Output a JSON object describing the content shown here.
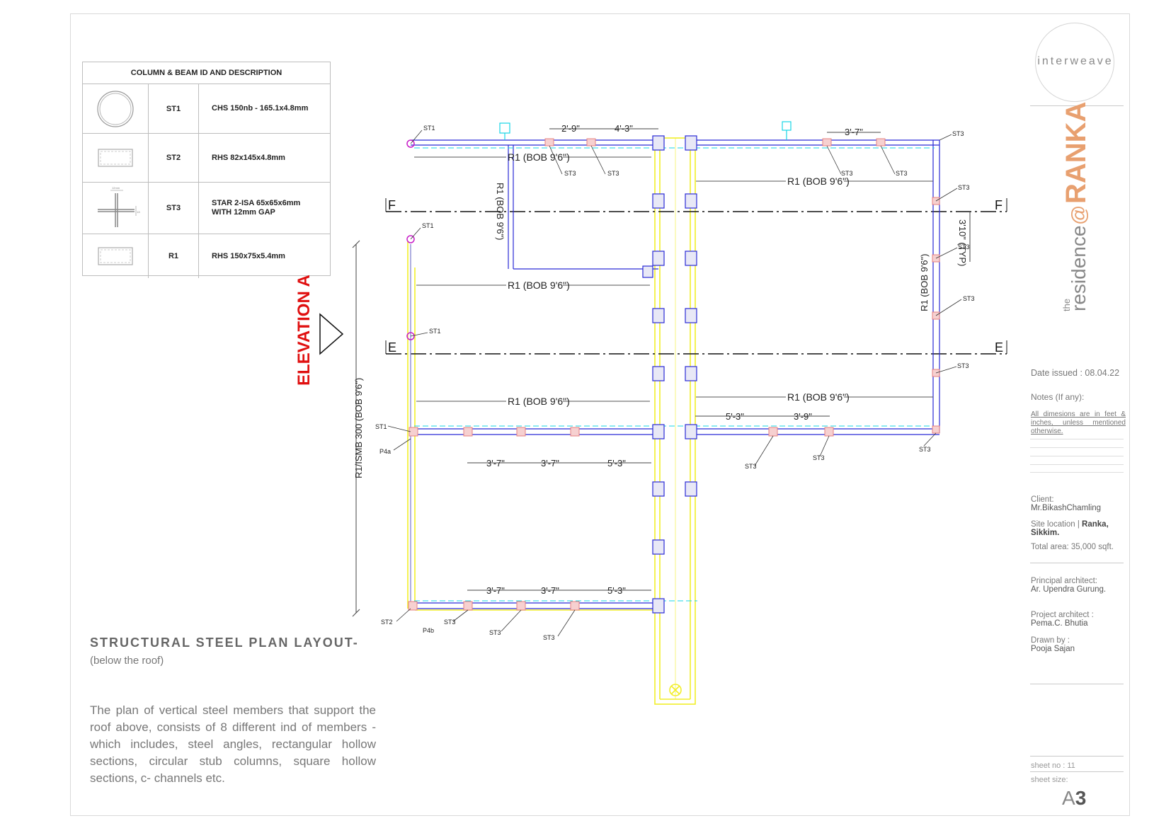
{
  "legend": {
    "header": "COLUMN & BEAM ID AND DESCRIPTION",
    "rows": [
      {
        "id": "ST1",
        "desc": "CHS 150nb - 165.1x4.8mm"
      },
      {
        "id": "ST2",
        "desc": "RHS 82x145x4.8mm"
      },
      {
        "id": "ST3",
        "desc": "STAR 2-ISA 65x65x6mm\nWITH 12mm GAP"
      },
      {
        "id": "R1",
        "desc": "RHS 150x75x5.4mm"
      }
    ],
    "st3_dim_a": "12mm",
    "st3_dim_b": "12mm"
  },
  "title": {
    "main": "STRUCTURAL  STEEL  PLAN LAYOUT",
    "dash": "-",
    "sub": "(below the roof)"
  },
  "description": "The plan of vertical steel members that support the roof above, consists of 8 different ind of members - which includes, steel angles, rectangular hollow sections, circular stub columns, square hollow sections, c- channels etc.",
  "drawing": {
    "elevation": "ELEVATION A",
    "grid_f": "F",
    "grid_e": "E",
    "beam_label": "R1 (BOB 9'6\")",
    "beam_vertical": "R1/ISMB 300 (BOB 9'6\")",
    "typ": "3'10\" (TYP)",
    "dims": {
      "top_a": "2'-9\"",
      "top_b": "4'-3\"",
      "top_c": "3'-7\"",
      "mid_a": "5'-3\"",
      "mid_b": "3'-9\"",
      "low_a": "3'-7\"",
      "low_b": "3'-7\"",
      "low_c": "5'-3\""
    },
    "tags": {
      "st1": "ST1",
      "st2": "ST2",
      "st3": "ST3",
      "p4a": "P4a",
      "p4b": "P4b"
    }
  },
  "panel": {
    "logo": "interweave",
    "brand_the": "the",
    "brand_residence": "residence",
    "brand_at": "@",
    "brand_name": "RANKA",
    "date_issued": "Date issued : 08.04.22",
    "notes_label": "Notes (If any):",
    "notes_text": "All dimesions are in feet & inches, unless mentioned otherwise.",
    "client_label": "Client:",
    "client_name": "Mr.BikashChamling",
    "site_label": "Site location  |",
    "site_value": "Ranka, Sikkim.",
    "area": "Total area: 35,000 sqft.",
    "principal_label": "Principal architect:",
    "principal_name": "Ar. Upendra Gurung.",
    "project_label": "Project architect :",
    "project_name": "Pema.C. Bhutia",
    "drawn_label": "Drawn by :",
    "drawn_name": "Pooja Sajan",
    "sheet_no": "sheet no  : 11",
    "sheet_size_label": "sheet size:",
    "sheet_size_a": "A",
    "sheet_size_n": "3"
  },
  "colors": {
    "beam": "#2a2ad6",
    "cyan": "#18d6e6",
    "yellow": "#f2ee2a",
    "magenta": "#c81ec8",
    "pink": "#e58080",
    "red": "#e01010",
    "brand": "#e8a070"
  }
}
